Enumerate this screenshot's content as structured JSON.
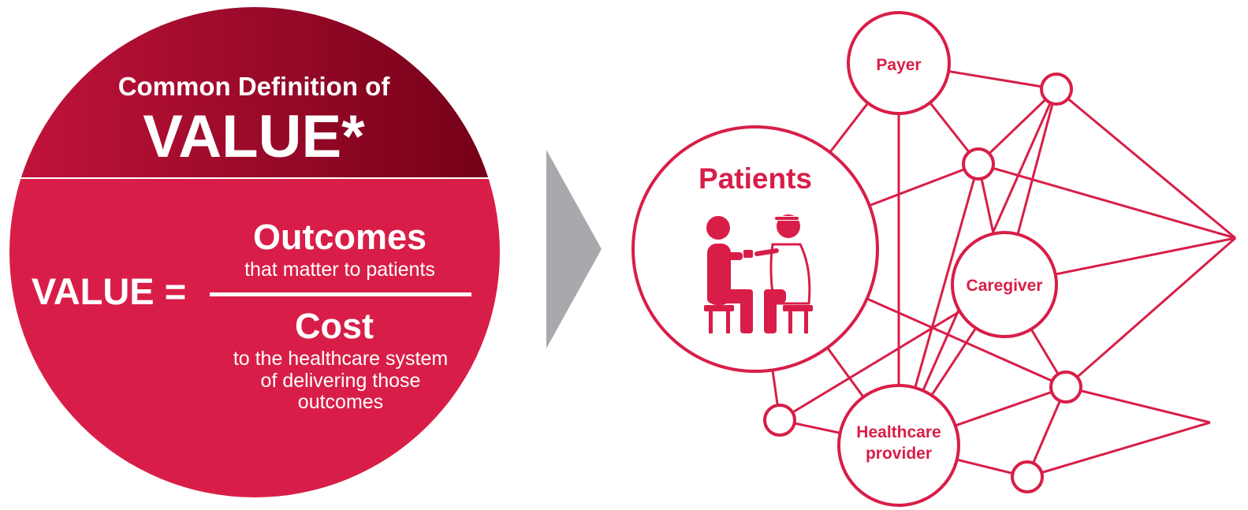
{
  "value_circle": {
    "heading_line1": "Common Definition of",
    "heading_line2": "VALUE*",
    "equation_label": "VALUE =",
    "numerator_title": "Outcomes",
    "numerator_sub": "that matter to patients",
    "denominator_title": "Cost",
    "denominator_sub_lines": [
      "to the healthcare system",
      "of delivering those",
      "outcomes"
    ]
  },
  "network": {
    "patients_label": "Patients",
    "payer_label": "Payer",
    "caregiver_label": "Caregiver",
    "provider_line1": "Healthcare",
    "provider_line2": "provider"
  },
  "colors": {
    "primary_red": "#d81e48",
    "dark_red": "#7a0018",
    "arrow_gray": "#a7a9ac",
    "white": "#ffffff"
  },
  "icons": {
    "patients": "patient-with-doctor-icon",
    "arrow": "chevron-right-icon"
  }
}
